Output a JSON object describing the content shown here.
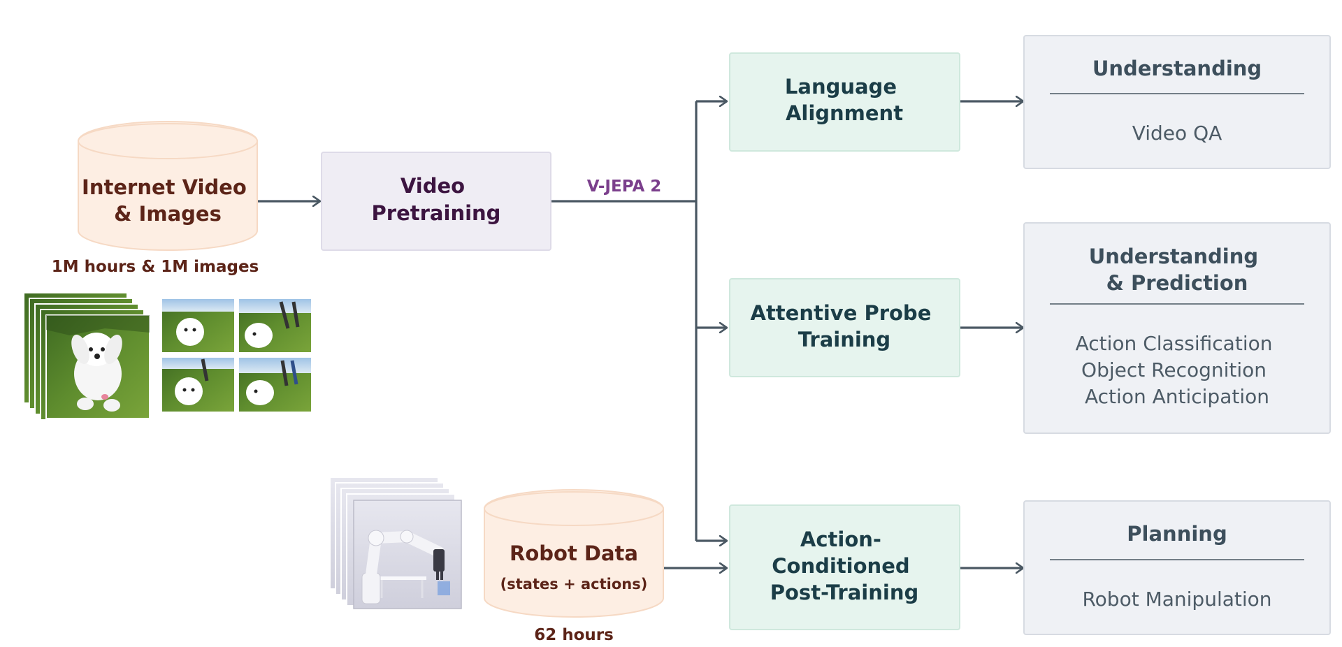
{
  "sources": {
    "internet": {
      "title_lines": [
        "Internet Video",
        "& Images"
      ],
      "caption": "1M hours & 1M images",
      "images": [
        "dog-video-frames",
        "dog-image-grid"
      ]
    },
    "robot": {
      "title": "Robot Data",
      "subtitle": "(states + actions)",
      "caption": "62 hours",
      "images": [
        "robot-arm-video-frames"
      ]
    }
  },
  "pretraining": {
    "title_lines": [
      "Video",
      "Pretraining"
    ],
    "model_label": "V-JEPA 2"
  },
  "stages": [
    {
      "title_lines": [
        "Language",
        "Alignment"
      ]
    },
    {
      "title_lines": [
        "Attentive Probe",
        "Training"
      ]
    },
    {
      "title_lines": [
        "Action-",
        "Conditioned",
        "Post-Training"
      ]
    }
  ],
  "outcomes": [
    {
      "heading_lines": [
        "Understanding"
      ],
      "items": [
        "Video QA"
      ]
    },
    {
      "heading_lines": [
        "Understanding",
        "& Prediction"
      ],
      "items": [
        "Action Classification",
        "Object Recognition",
        "Action Anticipation"
      ]
    },
    {
      "heading_lines": [
        "Planning"
      ],
      "items": [
        "Robot Manipulation"
      ]
    }
  ],
  "colors": {
    "source_fill": "#fdeee3",
    "source_stroke": "#f6d9c4",
    "source_text": "#5c2418",
    "pretrain_fill": "#efedf4",
    "pretrain_stroke": "#dedbe8",
    "pretrain_text": "#3c1440",
    "model_label": "#7b3f8c",
    "stage_fill": "#e6f4ee",
    "stage_stroke": "#cfe8dd",
    "stage_text": "#1b3d47",
    "outcome_fill": "#eff1f5",
    "outcome_stroke": "#d7dbe2",
    "outcome_heading": "#3d4f5c",
    "outcome_item": "#4d5b66",
    "arrow": "#4a5863"
  }
}
